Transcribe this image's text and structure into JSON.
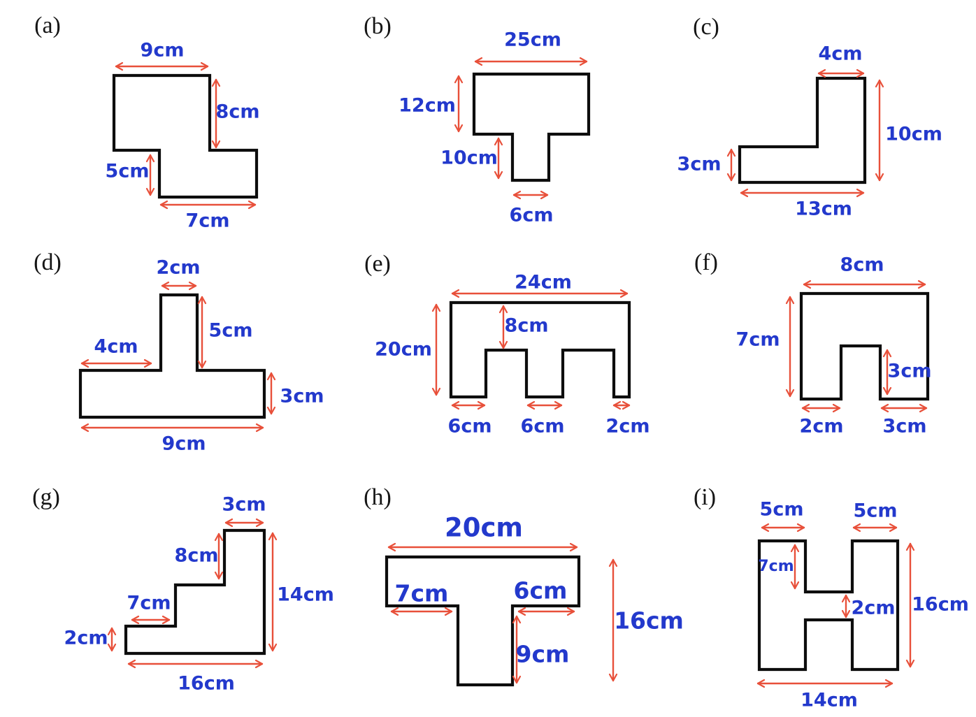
{
  "colors": {
    "label_blue": "#2339cc",
    "arrow_red": "#e8503a",
    "outline_black": "#0d0d0d",
    "background": "#ffffff"
  },
  "panels": {
    "a": {
      "letter": "(a)",
      "top_width": "9cm",
      "right_height": "8cm",
      "left_height": "5cm",
      "bottom_width": "7cm"
    },
    "b": {
      "letter": "(b)",
      "top_width": "25cm",
      "left_height": "12cm",
      "stem_height": "10cm",
      "stem_width": "6cm"
    },
    "c": {
      "letter": "(c)",
      "top_width": "4cm",
      "right_height": "10cm",
      "left_height": "3cm",
      "bottom_width": "13cm"
    },
    "d": {
      "letter": "(d)",
      "stem_width": "2cm",
      "stem_height": "5cm",
      "left_top_width": "4cm",
      "right_height": "3cm",
      "bottom_width": "9cm"
    },
    "e": {
      "letter": "(e)",
      "top_width": "24cm",
      "left_height": "20cm",
      "notch_depth": "8cm",
      "leg1_width": "6cm",
      "leg2_width": "6cm",
      "leg3_width": "2cm"
    },
    "f": {
      "letter": "(f)",
      "top_width": "8cm",
      "left_height": "7cm",
      "notch_height": "3cm",
      "left_leg_width": "2cm",
      "right_leg_width": "3cm"
    },
    "g": {
      "letter": "(g)",
      "top_width": "3cm",
      "upper_height": "8cm",
      "step_width": "7cm",
      "left_height": "2cm",
      "right_height": "14cm",
      "bottom_width": "16cm"
    },
    "h": {
      "letter": "(h)",
      "top_width": "20cm",
      "left_shoulder": "7cm",
      "right_shoulder": "6cm",
      "stem_height": "9cm",
      "total_height": "16cm"
    },
    "i": {
      "letter": "(i)",
      "left_col_width": "5cm",
      "right_col_width": "5cm",
      "left_upper_height": "7cm",
      "bar_height": "2cm",
      "right_height": "16cm",
      "bottom_width": "14cm"
    }
  }
}
